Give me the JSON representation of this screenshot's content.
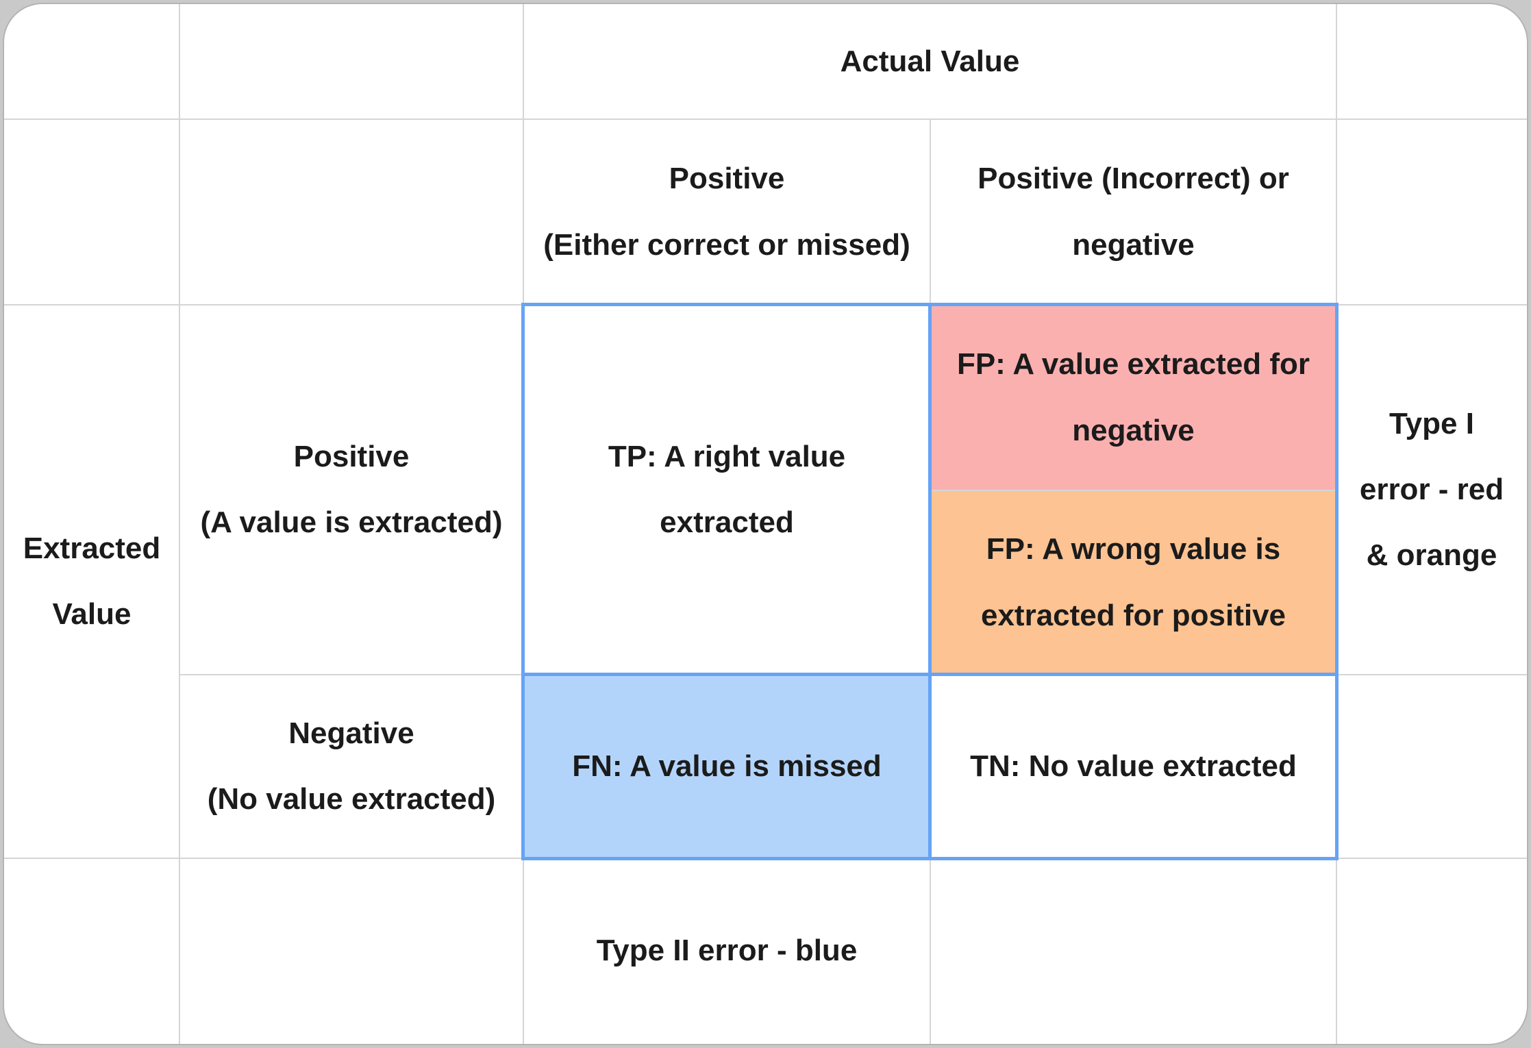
{
  "colors": {
    "page_bg": "#c9c9c9",
    "card_bg": "#ffffff",
    "grid_line": "#d5d5d5",
    "block_border": "#66a3f5",
    "fp_red_bg": "#fbb0b0",
    "fp_orange_bg": "#fdc392",
    "fn_bg": "#b3d4fa",
    "text": "#1b1b1b"
  },
  "table": {
    "actual_value": "Actual Value",
    "extracted_value": {
      "line1": "Extracted",
      "line2": "Value"
    },
    "col_headers": {
      "pos": {
        "line1": "Positive",
        "line2": "(Either correct or missed)"
      },
      "neg": {
        "line1": "Positive (Incorrect) or",
        "line2": "negative"
      }
    },
    "row_headers": {
      "pos": {
        "line1": "Positive",
        "line2": "(A value is extracted)"
      },
      "neg": {
        "line1": "Negative",
        "line2": "(No value extracted)"
      }
    },
    "cells": {
      "tp": {
        "line1": "TP: A right value",
        "line2": "extracted"
      },
      "fp_red": {
        "line1": "FP: A value extracted for",
        "line2": "negative"
      },
      "fp_orange": {
        "line1": "FP: A wrong value is",
        "line2": "extracted for positive"
      },
      "fn": "FN: A value is missed",
      "tn": "TN: No value extracted"
    },
    "annotations": {
      "type1": {
        "line1": "Type I",
        "line2": "error - red",
        "line3": "& orange"
      },
      "type2": "Type II error - blue"
    }
  }
}
